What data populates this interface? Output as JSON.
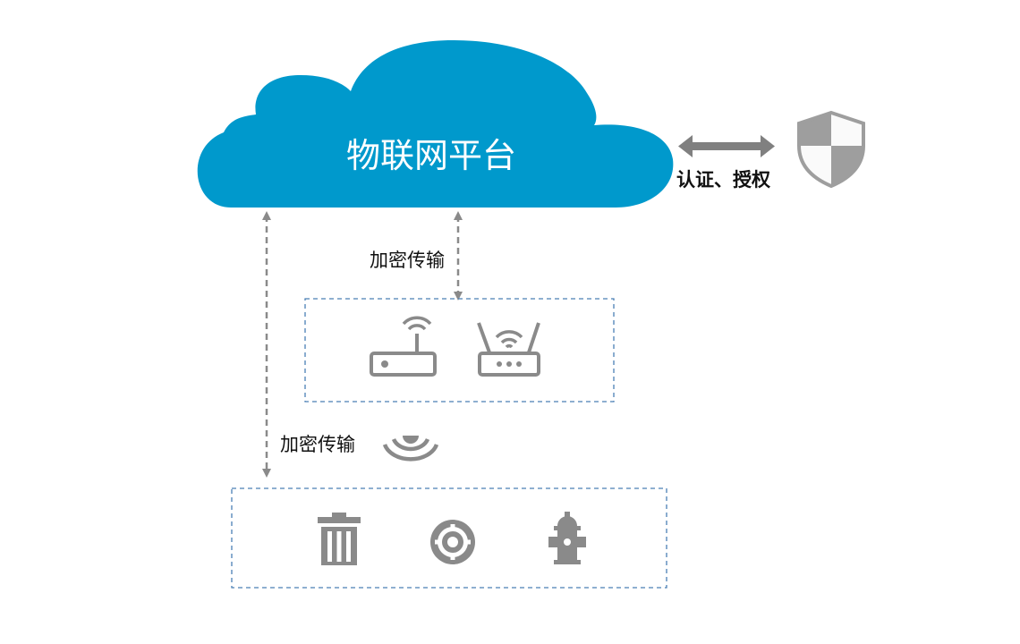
{
  "cloud": {
    "label": "物联网平台",
    "color": "#0099cc",
    "icon": "cloud-icon"
  },
  "security": {
    "label": "认证、授权",
    "icon": "shield-icon",
    "arrow": "double-arrow-icon"
  },
  "links": {
    "gateway_label": "加密传输",
    "device_label": "加密传输"
  },
  "gateway_group": {
    "icons": [
      "router-icon",
      "dual-antenna-router-icon"
    ]
  },
  "wireless": {
    "icon": "wireless-signal-icon"
  },
  "device_group": {
    "icons": [
      "trash-bin-icon",
      "locator-target-icon",
      "fire-hydrant-icon"
    ]
  },
  "colors": {
    "accent": "#0099cc",
    "icon_gray": "#8a8a8a",
    "dashed_border": "#4a7fb5"
  }
}
